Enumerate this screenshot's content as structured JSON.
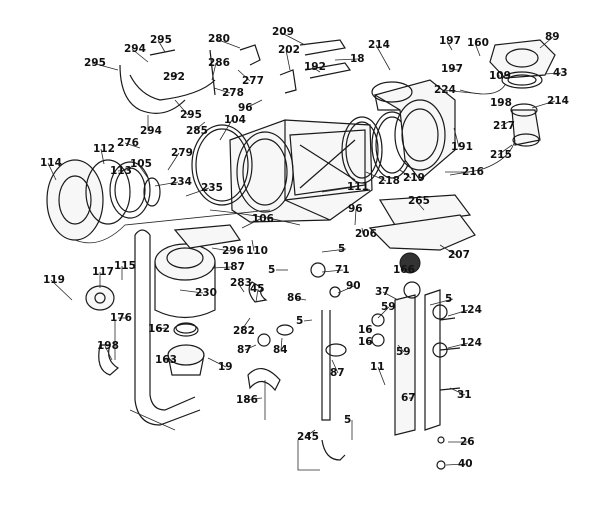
{
  "diagram": {
    "callouts": [
      "295",
      "294",
      "295",
      "292",
      "295",
      "276",
      "294",
      "285",
      "280",
      "286",
      "278",
      "277",
      "96",
      "202",
      "209",
      "18",
      "192",
      "214",
      "197",
      "160",
      "89",
      "197",
      "109",
      "43",
      "224",
      "198",
      "214",
      "217",
      "191",
      "215",
      "216",
      "114",
      "112",
      "113",
      "105",
      "234",
      "279",
      "104",
      "235",
      "111",
      "218",
      "219",
      "265",
      "96",
      "206",
      "207",
      "106",
      "110",
      "296",
      "187",
      "119",
      "117",
      "115",
      "176",
      "230",
      "162",
      "198",
      "163",
      "19",
      "283",
      "282",
      "45",
      "87",
      "84",
      "5",
      "5",
      "71",
      "86",
      "90",
      "5",
      "37",
      "5",
      "124",
      "166",
      "59",
      "16",
      "16",
      "59",
      "124",
      "87",
      "11",
      "67",
      "31",
      "186",
      "245",
      "5",
      "26",
      "40"
    ]
  }
}
